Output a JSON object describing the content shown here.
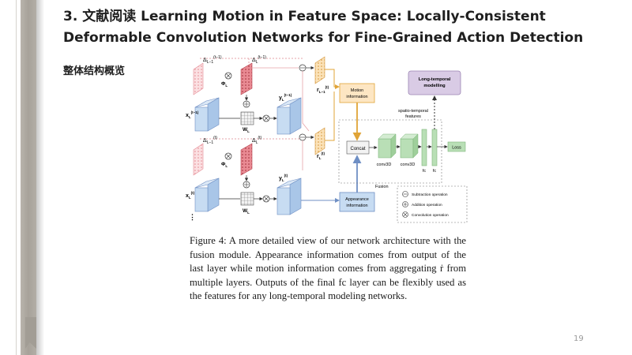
{
  "slide": {
    "title": "3. 文献阅读 Learning Motion in Feature Space: Locally-Consistent Deformable Convolution Networks for Fine-Grained Action Detection",
    "subheading": "整体结构概览",
    "caption": "Figure 4: A more detailed view of our network architecture with the fusion module. Appearance information comes from output of the last layer while motion information comes from aggregating ṙ from multiple layers. Outputs of the final fc layer can be flexibly used as the features for any long-temporal modeling networks.",
    "page_number": "19"
  },
  "figure": {
    "motion_box": [
      "Motion",
      "information"
    ],
    "appearance_box": [
      "Appearance",
      "information"
    ],
    "concat": "Concat",
    "long_temporal": [
      "Long-temporal",
      "modelling"
    ],
    "spatio_temporal": [
      "spatio-temporal",
      "features"
    ],
    "loss": "Loss",
    "conv3d_a": "conv3D",
    "conv3d_b": "conv3D",
    "fc_a": "fc",
    "fc_b": "fc",
    "fusion": "Fusion",
    "legend": [
      "Subtraction operation",
      "Addition operation",
      "Convolution operation"
    ],
    "symbols": {
      "delta_prev": "Δ",
      "delta_sub_prev": "L−1",
      "delta_sup_prev_top": "(t−1)",
      "delta_sup_prev_bottom": "(t)",
      "delta_L": "Δ",
      "delta_sub_L": "L",
      "delta_sup_L_top": "(t−1)",
      "delta_sup_L_bottom": "(t)",
      "phi": "Φ",
      "phi_sub": "L",
      "w": "W",
      "w_sub": "L",
      "x": "x",
      "x_sub": "L",
      "x_sup_top": "(t−1)",
      "x_sup_bottom": "(t)",
      "y": "y",
      "y_sub": "L",
      "y_sup_top": "(t−1)",
      "y_sup_bottom": "(t)",
      "r": "r",
      "r_sub_top": "L−1",
      "r_sub_bottom": "L",
      "r_sup": "(t)"
    }
  },
  "colors": {
    "pink": "#f4b3b8",
    "red": "#e3707a",
    "blue": "#c7dcf2",
    "orange": "#f7cc8e",
    "green": "#b9dfb6",
    "purple": "#d9cbe5",
    "motion_line": "#e0a437",
    "appearance_line": "#6f8fc4"
  }
}
